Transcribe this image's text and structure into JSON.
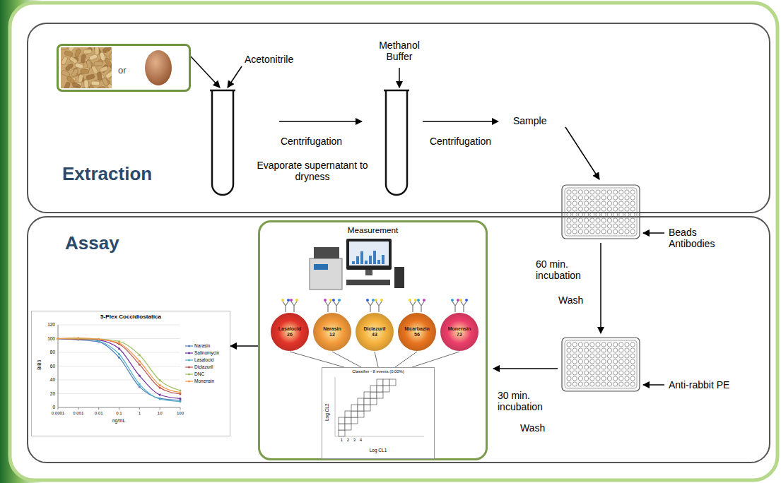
{
  "diagram": {
    "nodes": [
      {
        "text": [
          "Extraction"
        ]
      },
      {
        "text": [
          "Assay"
        ]
      },
      {
        "text": [
          "or"
        ],
        "in": 0
      },
      {
        "text": [
          "Measurement"
        ],
        "in": 1
      },
      {
        "text": [
          "Lasalocid 26"
        ],
        "in": 3
      },
      {
        "text": [
          "Narasin 12"
        ],
        "in": 3
      },
      {
        "text": [
          "Diclazuril 43"
        ],
        "in": 3
      },
      {
        "text": [
          "Nicarbazin 56"
        ],
        "in": 3
      },
      {
        "text": [
          "Monensin 72"
        ],
        "in": 3
      },
      {
        "text": [
          "Classifier - 8 events (0.00%)"
        ],
        "in": 3
      },
      {
        "text": [
          "5-Plex Coccidiostatica"
        ],
        "in": 1
      }
    ],
    "edges": [
      {
        "from": 3,
        "to": 10,
        "arrow": "to"
      },
      {
        "from": 4,
        "to": 9,
        "arrow": "none"
      },
      {
        "from": 5,
        "to": 9,
        "arrow": "none"
      },
      {
        "from": 6,
        "to": 9,
        "arrow": "none"
      },
      {
        "from": 7,
        "to": 9,
        "arrow": "none"
      },
      {
        "from": 8,
        "to": 9,
        "arrow": "none"
      }
    ],
    "labels": [
      "Acetonitrile",
      "Methanol Buffer",
      "Centrifugation",
      "Evaporate supernatant to dryness",
      "Centrifugation",
      "Sample",
      "Beads Antibodies",
      "60 min. incubation",
      "Wash",
      "Anti-rabbit PE",
      "30 min. incubation",
      "Wash",
      "Log CL2",
      "Log CL1",
      "1",
      "2",
      "3",
      "4",
      "0",
      "20",
      "40",
      "60",
      "80",
      "100",
      "120",
      "0.0001",
      "0.001",
      "0.01",
      "0.1",
      "1",
      "10",
      "100",
      "ng/mL",
      "B/B0"
    ],
    "legend": [
      {
        "text": "Narasin"
      },
      {
        "text": "Salinomycin"
      },
      {
        "text": "Lasalocid"
      },
      {
        "text": "Diclazuril"
      },
      {
        "text": "DNC"
      },
      {
        "text": "Monensin"
      }
    ]
  }
}
